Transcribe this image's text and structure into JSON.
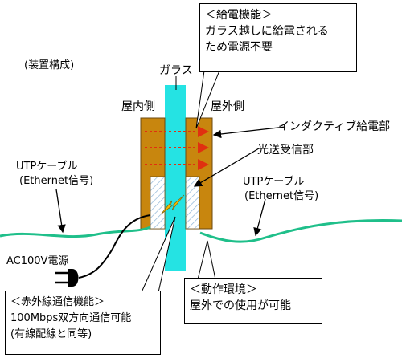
{
  "caption": "(装置構成)",
  "labels": {
    "glass": "ガラス",
    "indoor": "屋内側",
    "outdoor": "屋外側",
    "inductive": "インダクティブ給電部",
    "optical": "光送受信部",
    "utp_left_1": "UTPケーブル",
    "utp_left_2": "(Ethernet信号)",
    "utp_right_1": "UTPケーブル",
    "utp_right_2": "(Ethernet信号)",
    "ac": "AC100V電源"
  },
  "callouts": {
    "power": {
      "title": "＜給電機能＞",
      "lines": [
        "ガラス越しに給電される",
        "ため電源不要"
      ]
    },
    "infrared": {
      "title": "＜赤外線通信機能＞",
      "lines": [
        "100Mbps双方向通信可能",
        "(有線配線と同等)"
      ]
    },
    "environment": {
      "title": "＜動作環境＞",
      "lines": [
        "屋外での使用が可能"
      ]
    }
  },
  "colors": {
    "glass": "#25e3e3",
    "housing": "#c8860e",
    "cable": "#1fbf8a",
    "arrow": "#e03010",
    "spark": "#f0b800"
  }
}
